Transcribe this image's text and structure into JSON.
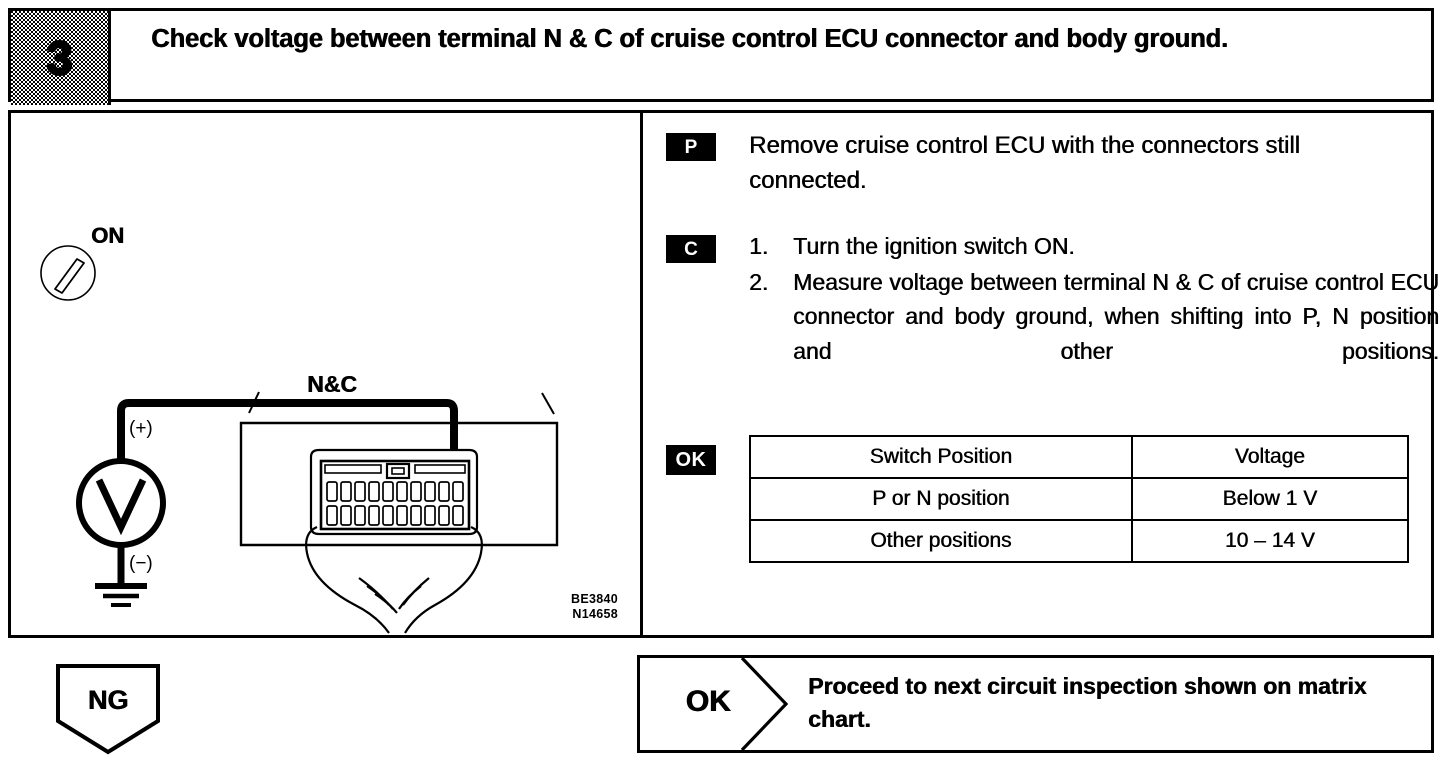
{
  "header": {
    "step_number": "3",
    "title": "Check voltage between terminal N & C of cruise control ECU connector and body ground."
  },
  "illustration": {
    "ignition_label": "ON",
    "probe_label": "N&C",
    "meter_symbol": "V",
    "positive_terminal": "(+)",
    "negative_terminal": "(−)",
    "figure_code_line1": "BE3840",
    "figure_code_line2": "N14658"
  },
  "instructions": {
    "prepare": {
      "badge": "P",
      "text": "Remove cruise control ECU with the connectors still connected."
    },
    "check": {
      "badge": "C",
      "steps": [
        {
          "num": "1.",
          "text": "Turn the ignition switch ON."
        },
        {
          "num": "2.",
          "text": "Measure voltage between terminal N & C of cruise control ECU connector and body ground, when shifting into P, N position and other positions."
        }
      ]
    },
    "ok": {
      "badge": "OK",
      "table": {
        "headers": [
          "Switch Position",
          "Voltage"
        ],
        "rows": [
          [
            "P or N position",
            "Below 1 V"
          ],
          [
            "Other positions",
            "10 –  14 V"
          ]
        ]
      }
    }
  },
  "outcomes": {
    "ng_label": "NG",
    "ok_label": "OK",
    "ok_message": "Proceed to next circuit inspection shown on matrix chart."
  },
  "colors": {
    "ink": "#000000",
    "paper": "#ffffff"
  }
}
